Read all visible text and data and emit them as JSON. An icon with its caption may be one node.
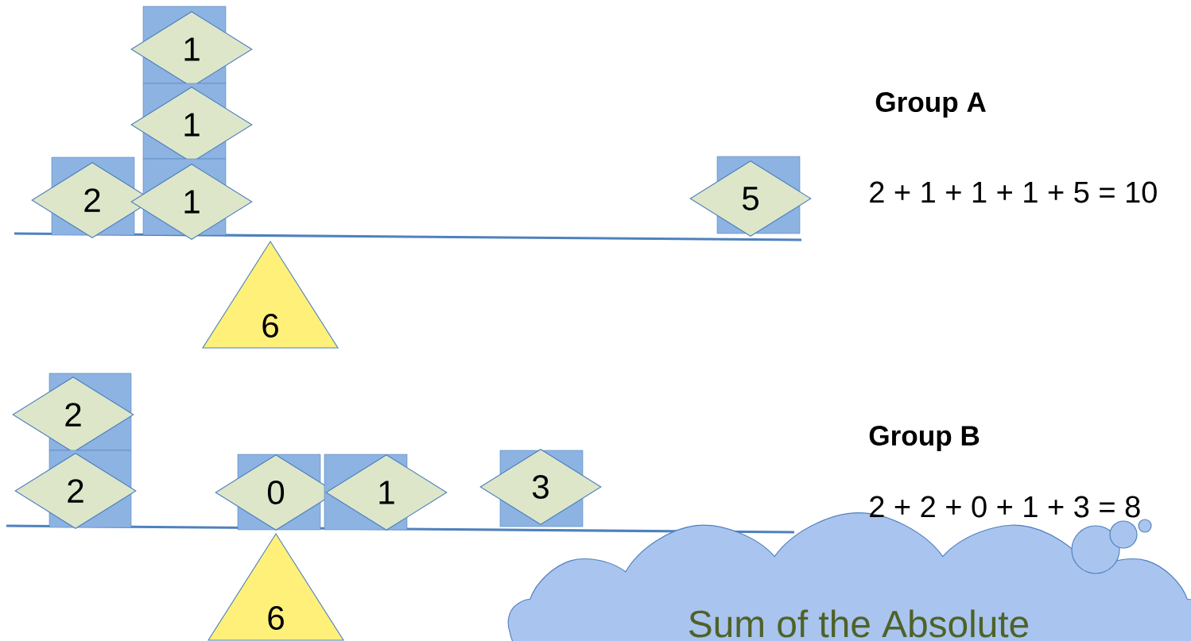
{
  "diagram": {
    "nodes": [
      {
        "text": [
          "1"
        ]
      },
      {
        "text": [
          "1"
        ]
      },
      {
        "text": [
          "2"
        ]
      },
      {
        "text": [
          "1"
        ]
      },
      {
        "text": [
          "5"
        ]
      },
      {
        "text": [
          "6"
        ]
      },
      {
        "text": [
          "2"
        ]
      },
      {
        "text": [
          "2"
        ]
      },
      {
        "text": [
          "0"
        ]
      },
      {
        "text": [
          "1"
        ]
      },
      {
        "text": [
          "3"
        ]
      },
      {
        "text": [
          "6"
        ]
      },
      {
        "text": [
          "Sum of the Absolute"
        ]
      }
    ],
    "labels": [
      "Group A",
      "2 + 1 + 1 + 1 + 5 = 10",
      "Group B",
      "2 + 2 + 0 + 1 + 3 = 8"
    ]
  }
}
